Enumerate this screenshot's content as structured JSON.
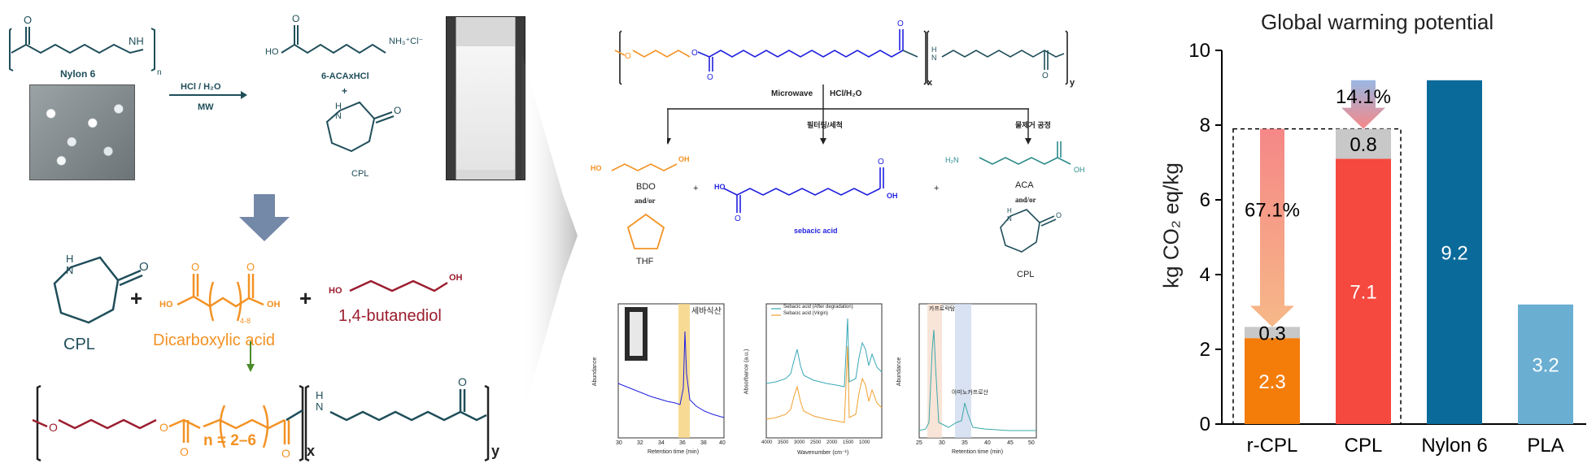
{
  "left_panel": {
    "nylon6_label": "Nylon 6",
    "n_subscript": "n",
    "reaction_condition_top": "HCl / H₂O",
    "reaction_condition_bottom": "MW",
    "aca_hcl_label": "6-ACAxHCl",
    "aca_hcl_formula_left": "HO",
    "aca_hcl_formula_right": "NH₃⁺Cl⁻",
    "plus": "+",
    "cpl_top_label": "CPL",
    "cpl_bottom_label": "CPL",
    "plus_1": "+",
    "plus_2": "+",
    "dicarboxylic_label": "Dicarboxylic acid",
    "dicarboxylic_subscript": "4-8",
    "butanediol_label": "1,4-butanediol",
    "ho_left": "HO",
    "oh_right": "OH",
    "n_range": "n = 2–6",
    "x_sub": "x",
    "y_sub": "y",
    "n_atom": "N",
    "h_atom": "H",
    "o_atom": "O"
  },
  "middle_panel": {
    "microwave": "Microwave",
    "hcl_h2o": "HCl/H₂O",
    "filtering": "필터링/세척",
    "water_removal": "물제거 공정",
    "bdo": "BDO",
    "and_or_1": "and/or",
    "thf": "THF",
    "plus_a": "+",
    "plus_b": "+",
    "sebacic_acid": "sebacic acid",
    "aca": "ACA",
    "and_or_2": "and/or",
    "cpl": "CPL",
    "x_sub": "x",
    "y_sub": "y",
    "ho": "HO",
    "oh": "OH",
    "h2n": "H₂N",
    "graph1": {
      "annotation": "세바식산",
      "ylabel": "Abundance",
      "xlabel": "Retention time (min)",
      "ticks": [
        "30",
        "32",
        "34",
        "36",
        "38",
        "40"
      ]
    },
    "graph2": {
      "legend_1": "Sebacic acid (After degradation)",
      "legend_2": "Sebacic acid (Virgin)",
      "ylabel": "Absorbance (a.u.)",
      "xlabel": "Wavenumber (cm⁻¹)",
      "ticks": [
        "4000",
        "3500",
        "3000",
        "2500",
        "2000",
        "1500",
        "1000"
      ]
    },
    "graph3": {
      "annotation_1": "카프로락탐",
      "annotation_2": "아미노카프로산",
      "ylabel": "Abundance",
      "xlabel": "Retention time (min)",
      "ticks": [
        "25",
        "30",
        "35",
        "40",
        "45",
        "50"
      ]
    }
  },
  "chart_data": {
    "type": "bar",
    "title": "Global warming potential",
    "ylabel": "kg CO₂ eq/kg",
    "ylim": [
      0,
      10
    ],
    "yticks": [
      "0",
      "2",
      "4",
      "6",
      "8",
      "10"
    ],
    "categories": [
      "r-CPL",
      "CPL",
      "Nylon 6",
      "PLA"
    ],
    "segments": [
      {
        "category": "r-CPL",
        "parts": [
          {
            "value": 2.3,
            "label": "2.3",
            "color": "#f47d0a"
          },
          {
            "value": 0.3,
            "label": "0.3",
            "color": "#c8c8c8"
          }
        ]
      },
      {
        "category": "CPL",
        "parts": [
          {
            "value": 7.1,
            "label": "7.1",
            "color": "#f5483f"
          },
          {
            "value": 0.8,
            "label": "0.8",
            "color": "#c8c8c8"
          }
        ]
      },
      {
        "category": "Nylon 6",
        "parts": [
          {
            "value": 9.2,
            "label": "9.2",
            "color": "#0a6a9a"
          }
        ]
      },
      {
        "category": "PLA",
        "parts": [
          {
            "value": 3.2,
            "label": "3.2",
            "color": "#6aaed2"
          }
        ]
      }
    ],
    "annotations": [
      {
        "label": "67.1%",
        "from": 7.9,
        "to": 2.6
      },
      {
        "label": "14.1%",
        "from": 9.2,
        "to": 7.9
      }
    ],
    "dashed_box_top": 7.9
  }
}
